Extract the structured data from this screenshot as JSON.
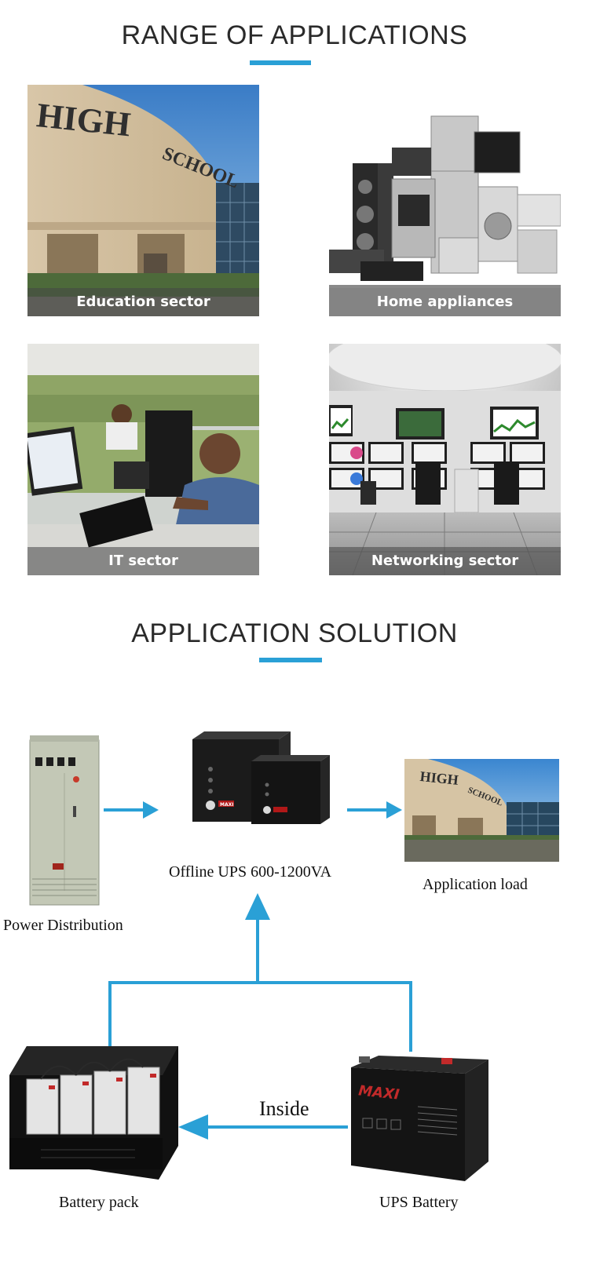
{
  "range_section": {
    "title": "RANGE OF APPLICATIONS",
    "tiles": [
      {
        "caption": "Education sector",
        "image": "school-building-image"
      },
      {
        "caption": "Home appliances",
        "image": "home-appliances-image"
      },
      {
        "caption": "IT sector",
        "image": "office-workers-image"
      },
      {
        "caption": "Networking sector",
        "image": "control-room-image"
      }
    ],
    "school_sign": {
      "word1": "HIGH",
      "word2": "SCHOOL"
    }
  },
  "solution_section": {
    "title": "APPLICATION SOLUTION",
    "labels": {
      "power_distribution": "Power Distribution",
      "ups": "Offline UPS 600-1200VA",
      "application_load": "Application load",
      "inside": "Inside",
      "battery_pack": "Battery pack",
      "ups_battery": "UPS Battery"
    },
    "brand_text": "MAXI"
  },
  "colors": {
    "accent": "#2aa0d6",
    "arrow": "#2aa0d6",
    "title_text": "#2a2a2a"
  }
}
